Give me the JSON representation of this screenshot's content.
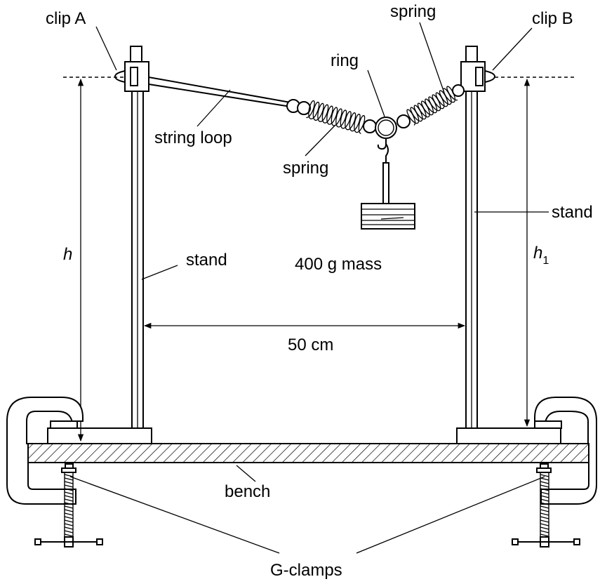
{
  "labels": {
    "clip_a": "clip A",
    "clip_b": "clip B",
    "spring_top": "spring",
    "spring_bottom": "spring",
    "ring": "ring",
    "string_loop": "string loop",
    "stand_left": "stand",
    "stand_right": "stand",
    "mass": "400 g mass",
    "h": "h",
    "h1_base": "h",
    "h1_sub": "1",
    "distance": "50 cm",
    "bench": "bench",
    "g_clamps": "G-clamps"
  }
}
